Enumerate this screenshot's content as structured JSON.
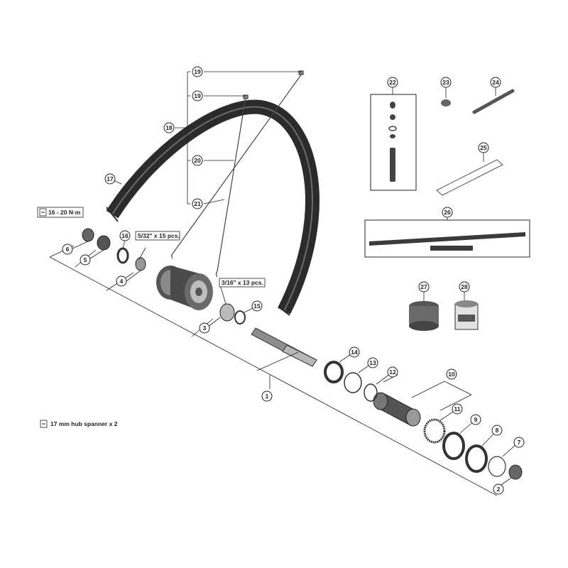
{
  "callouts": {
    "c1": "1",
    "c2": "2",
    "c3": "3",
    "c4": "4",
    "c5": "5",
    "c6": "6",
    "c7": "7",
    "c8": "8",
    "c9": "9",
    "c10": "10",
    "c11": "11",
    "c12": "12",
    "c13": "13",
    "c14": "14",
    "c15": "15",
    "c16": "16",
    "c17": "17",
    "c18": "18",
    "c19a": "19",
    "c19b": "19",
    "c20": "20",
    "c21": "21",
    "c22": "22",
    "c23": "23",
    "c24": "24",
    "c25": "25",
    "c26": "26",
    "c27": "27",
    "c28": "28"
  },
  "notes": {
    "torque": "16 - 20 N·m",
    "spacer_small": "5/32\" x 15 pcs.",
    "spacer_large": "3/16\" x 13 pcs.",
    "spanner": "17 mm hub spanner x 2"
  },
  "colors": {
    "ink": "#222222",
    "rim": "#2b2b2b",
    "part_fill": "#cfcfcf",
    "part_dark": "#5a5a5a"
  },
  "icons": [
    "tool-icon"
  ]
}
